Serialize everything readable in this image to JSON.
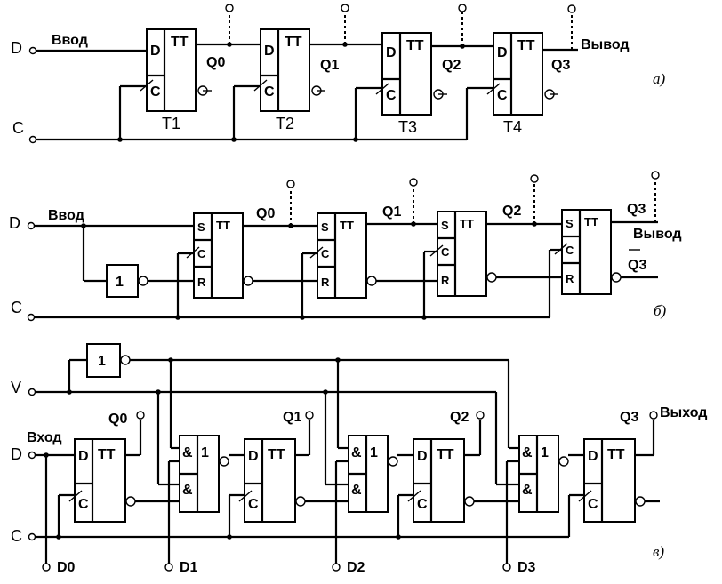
{
  "panel_a": {
    "input_d": "D",
    "input_c": "C",
    "in_label": "Ввод",
    "out_label": "Вывод",
    "caption": "а)",
    "cells": [
      {
        "name": "T1",
        "q": "Q0",
        "d": "D",
        "tt": "TT",
        "c": "C"
      },
      {
        "name": "T2",
        "q": "Q1",
        "d": "D",
        "tt": "TT",
        "c": "C"
      },
      {
        "name": "T3",
        "q": "Q2",
        "d": "D",
        "tt": "TT",
        "c": "C"
      },
      {
        "name": "T4",
        "q": "Q3",
        "d": "D",
        "tt": "TT",
        "c": "C"
      }
    ]
  },
  "panel_b": {
    "input_d": "D",
    "input_c": "C",
    "in_label": "Ввод",
    "out_label": "Вывод",
    "inverter": "1",
    "q_bar": "Q3",
    "caption": "б)",
    "cells": [
      {
        "q": "Q0",
        "s": "S",
        "tt": "TT",
        "c": "C",
        "r": "R"
      },
      {
        "q": "Q1",
        "s": "S",
        "tt": "TT",
        "c": "C",
        "r": "R"
      },
      {
        "q": "Q2",
        "s": "S",
        "tt": "TT",
        "c": "C",
        "r": "R"
      },
      {
        "q": "Q3",
        "s": "S",
        "tt": "TT",
        "c": "C",
        "r": "R"
      }
    ]
  },
  "panel_v": {
    "input_v": "V",
    "input_d": "D",
    "input_c": "C",
    "in_label": "Вход",
    "out_label": "Выход",
    "inverter": "1",
    "caption": "в)",
    "parallel_inputs": [
      "D0",
      "D1",
      "D2",
      "D3"
    ],
    "cells": [
      {
        "q": "Q0",
        "d": "D",
        "tt": "TT",
        "c": "C"
      },
      {
        "q": "Q1",
        "d": "D",
        "tt": "TT",
        "c": "C"
      },
      {
        "q": "Q2",
        "d": "D",
        "tt": "TT",
        "c": "C"
      },
      {
        "q": "Q3",
        "d": "D",
        "tt": "TT",
        "c": "C"
      }
    ],
    "gates": [
      {
        "and_top": "&",
        "and_bottom": "&",
        "or": "1"
      },
      {
        "and_top": "&",
        "and_bottom": "&",
        "or": "1"
      },
      {
        "and_top": "&",
        "and_bottom": "&",
        "or": "1"
      }
    ]
  }
}
